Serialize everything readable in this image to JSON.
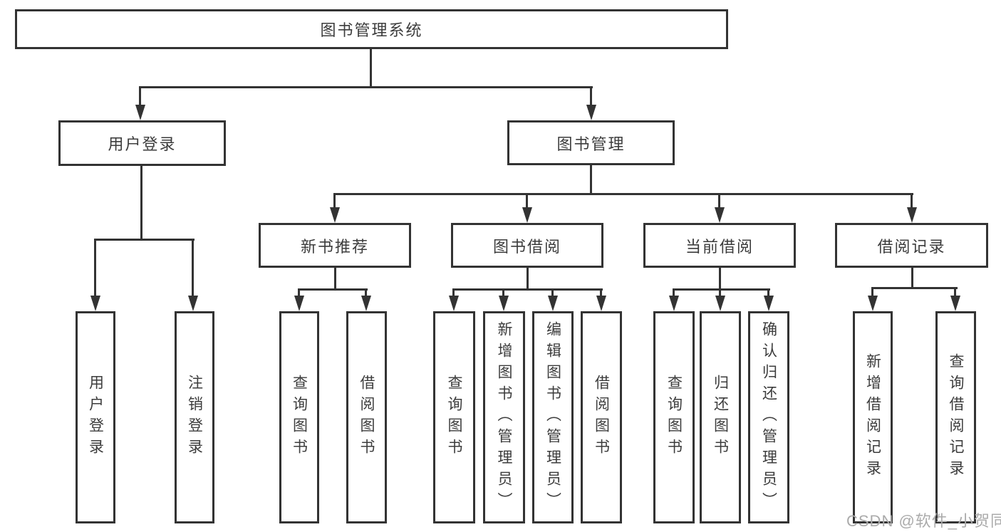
{
  "diagram": {
    "root": {
      "label": "图书管理系统"
    },
    "level2": {
      "user_login": {
        "label": "用户登录"
      },
      "book_management": {
        "label": "图书管理"
      }
    },
    "level3": {
      "new_book_recommend": {
        "label": "新书推荐"
      },
      "book_borrow": {
        "label": "图书借阅"
      },
      "current_borrow": {
        "label": "当前借阅"
      },
      "borrow_records": {
        "label": "借阅记录"
      }
    },
    "leaves": {
      "user_login": [
        "用户登录",
        "注销登录"
      ],
      "new_book_recommend": [
        "查询图书",
        "借阅图书"
      ],
      "book_borrow": [
        "查询图书",
        "新增图书（管理员）",
        "编辑图书（管理员）",
        "借阅图书"
      ],
      "current_borrow": [
        "查询图书",
        "归还图书",
        "确认归还（管理员）"
      ],
      "borrow_records": [
        "新增借阅记录",
        "查询借阅记录"
      ]
    },
    "colors": {
      "line": "#333333",
      "text": "#3c3c3c",
      "box_background": "#ffffff",
      "watermark": "#ababab"
    },
    "watermark": "CSDN @软件_小贺同学"
  }
}
